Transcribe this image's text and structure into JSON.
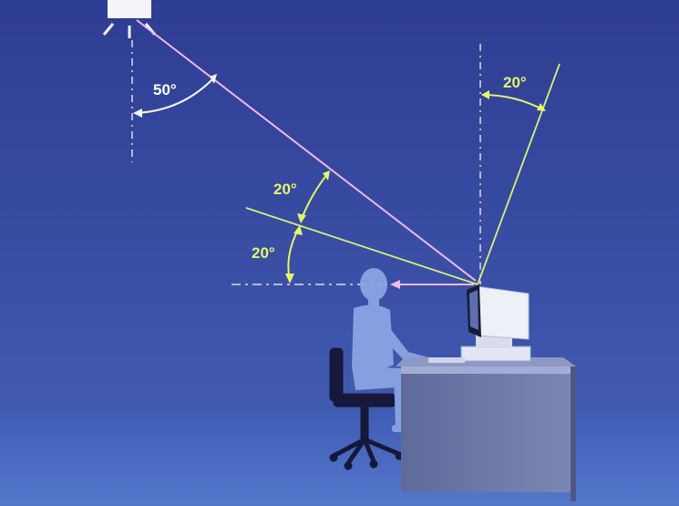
{
  "angles": {
    "ceiling": "50°",
    "screen_tilt": "20°",
    "upper": "20°",
    "lower": "20°"
  },
  "colors": {
    "background_top": "#34449a",
    "background_bottom": "#4d6fc4",
    "floor": "#4a6bc0",
    "light_ray": "#f2b8ee",
    "sight_lines": "#d7f07a",
    "label_white": "#ffffff",
    "label_yellow": "#e3f56a",
    "dashed_guide": "#d9dcf0",
    "desk": "#6d7aa8",
    "monitor": "#e9ecf6",
    "figure": "#8ea6e6",
    "chair": "#15183a"
  },
  "icons": {
    "lamp": "ceiling-lamp-icon",
    "person": "seated-person-icon",
    "monitor": "computer-monitor-icon",
    "desk": "desk-icon",
    "chair": "office-chair-icon"
  }
}
